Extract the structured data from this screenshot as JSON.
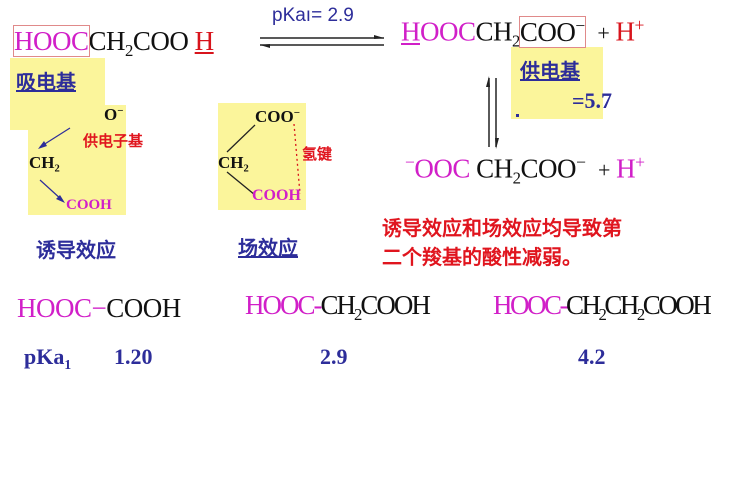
{
  "equilibrium": {
    "reactant": {
      "group_mag": "HOOC",
      "rest": "CH",
      "sub": "2",
      "rest2": "COO",
      "h": "H"
    },
    "arrow_label": "pKaı= 2.9",
    "product1": {
      "h": "H",
      "group_mag": "OOC",
      "rest": "CH",
      "sub": "2",
      "boxed": "COO",
      "charge": "−",
      "plus": "+",
      "proton": "H",
      "proton_charge": "+"
    },
    "second_arrow_label": "=5.7",
    "product2": {
      "charge_left": "−",
      "group_mag": "OOC",
      "rest": "CH",
      "sub": "2",
      "rest2": "COO",
      "charge": "−",
      "plus": "+",
      "proton": "H",
      "proton_charge": "+"
    }
  },
  "labels": {
    "electron_withdrawing": "吸电基",
    "electron_donating": "供电基",
    "electron_donating_group": "供电子基",
    "hydrogen_bond": "氢键",
    "inductive_effect": "诱导效应",
    "field_effect": "场效应"
  },
  "inductive_diagram": {
    "o": "O",
    "o_charge": "−",
    "ch": "CH",
    "sub": "2",
    "cooh": "COOH"
  },
  "field_diagram": {
    "coo": "COO",
    "coo_charge": "−",
    "ch": "CH",
    "sub": "2",
    "cooh": "COOH"
  },
  "conclusion": {
    "line1": "诱导效应和场效应均导致第",
    "line2": "二个羧基的酸性减弱。"
  },
  "comparison": {
    "row_label": "pKa",
    "row_label_sub": "1",
    "acids": [
      {
        "mag": "HOOC",
        "dash": "−",
        "rest": "COOH",
        "pka": "1.20"
      },
      {
        "mag": "HOOC",
        "dash": "-",
        "rest": "CH",
        "sub": "2",
        "rest2": "COOH",
        "pka": "2.9"
      },
      {
        "mag": "HOOC",
        "dash": "-",
        "rest": "CH",
        "sub": "2",
        "rest_mid": "CH",
        "sub2": "2",
        "rest2": "COOH",
        "pka": "4.2"
      }
    ]
  },
  "colors": {
    "magenta": "#d11fc8",
    "red": "#d8141c",
    "blue": "#2d2d9a",
    "yellow": "#fbf59b"
  }
}
